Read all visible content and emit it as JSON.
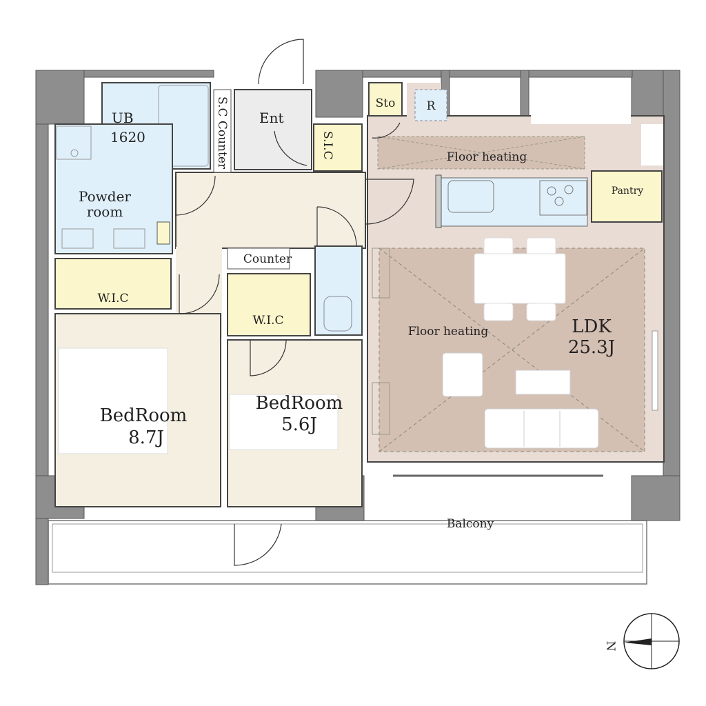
{
  "colors": {
    "wall": "#8e8e8e",
    "wall_line": "#555555",
    "room_beige": "#f4efe1",
    "ldk": "#e9dcd5",
    "floor_heating": "#d4bfb3",
    "wet_blue": "#e0f0fa",
    "storage_yellow": "#fcf6cc",
    "entrance_gray": "#ececec"
  },
  "rooms": {
    "ub": {
      "line1": "UB",
      "line2": "1620"
    },
    "powder": {
      "line1": "Powder",
      "line2": "room"
    },
    "sc_counter": "S.C Counter",
    "ent": "Ent",
    "sic": "S.I.C",
    "sto": "Sto",
    "r": "R",
    "floor_heating_kitchen": "Floor heating",
    "pantry": "Pantry",
    "counter": "Counter",
    "wic_1": "W.I.C",
    "wic_2": "W.I.C",
    "floor_heating_ldk": "Floor heating",
    "ldk": {
      "line1": "LDK",
      "line2": "25.3J"
    },
    "bedroom_1": {
      "line1": "BedRoom",
      "line2": "8.7J"
    },
    "bedroom_2": {
      "line1": "BedRoom",
      "line2": "5.6J"
    },
    "balcony": "Balcony"
  },
  "compass": {
    "label": "N",
    "icon": "north-arrow-icon"
  }
}
